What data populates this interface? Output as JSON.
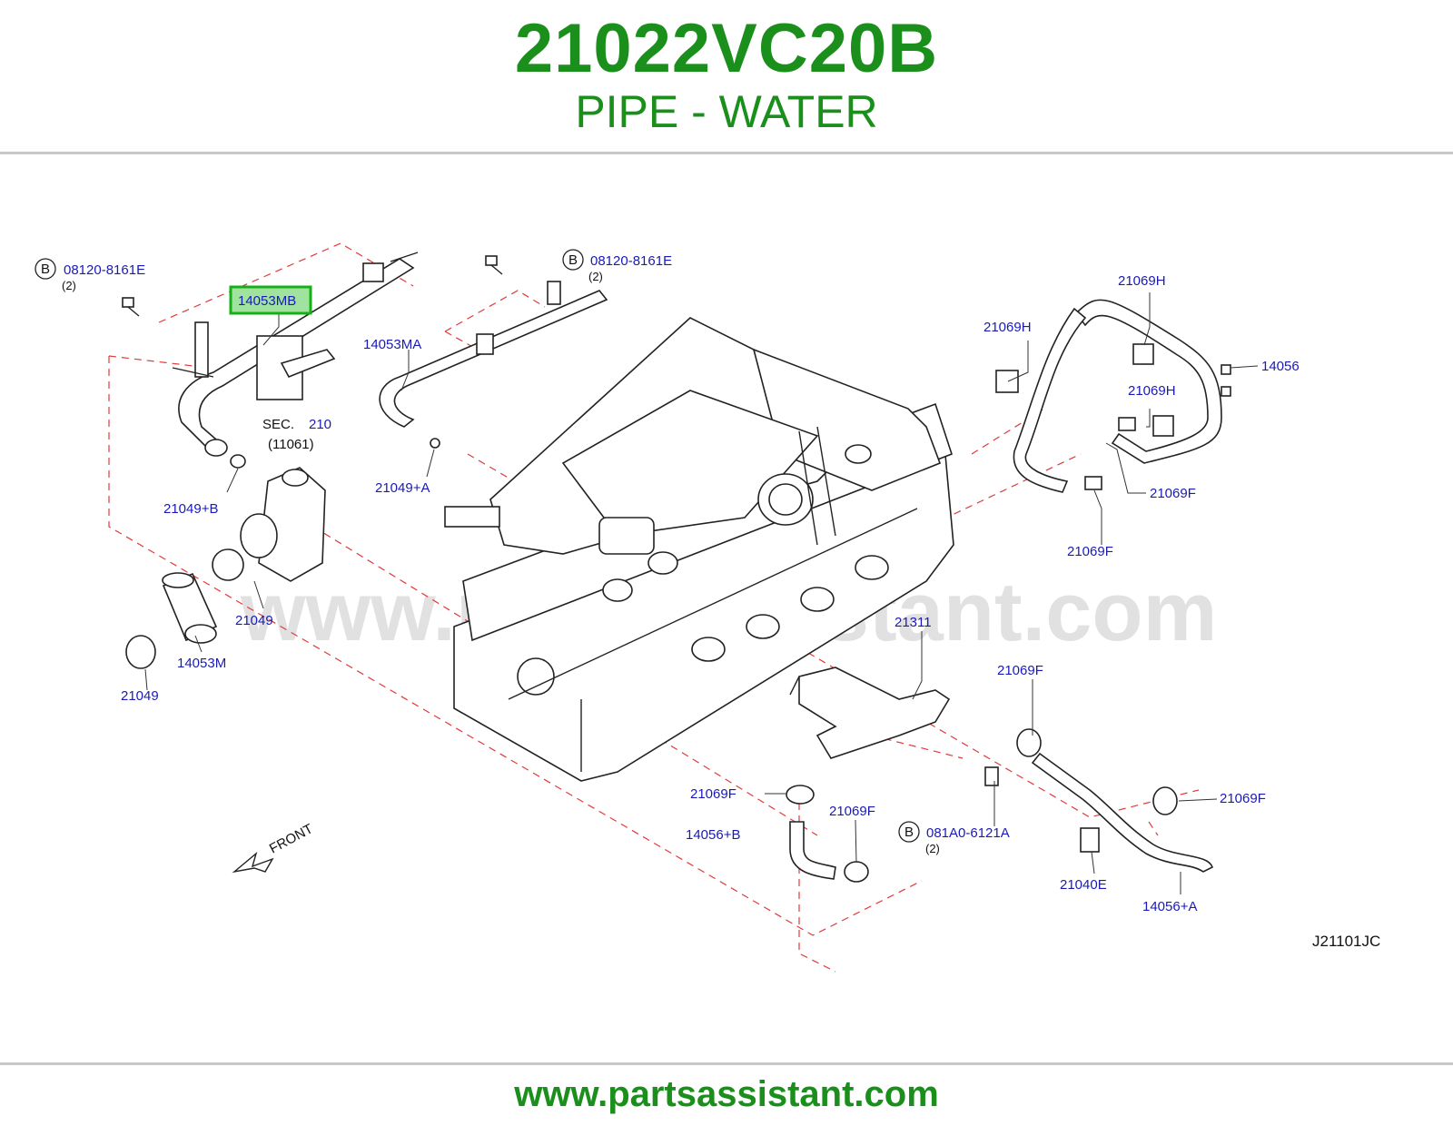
{
  "header": {
    "part_number": "21022VC20B",
    "part_name": "PIPE - WATER"
  },
  "footer": {
    "url": "www.partsassistant.com"
  },
  "watermark": "www.partsassistant.com",
  "diagram_code": "J21101JC",
  "front_label": "FRONT",
  "section_ref": {
    "prefix": "SEC.",
    "sec": "210",
    "sub": "(11061)"
  },
  "bolt_symbol": "B",
  "callouts": {
    "bolt_left": "08120-8161E",
    "bolt_left_qty": "(2)",
    "bolt_top": "08120-8161E",
    "bolt_top_qty": "(2)",
    "bolt_bottom": "081A0-6121A",
    "bolt_bottom_qty": "(2)",
    "highlight": "14053MB",
    "p14053MA": "14053MA",
    "p21049A": "21049+A",
    "p21049B": "21049+B",
    "p21049_1": "21049",
    "p21049_2": "21049",
    "p14053M": "14053M",
    "p21069H_1": "21069H",
    "p21069H_2": "21069H",
    "p21069H_3": "21069H",
    "p14056": "14056",
    "p21069F_1": "21069F",
    "p21069F_2": "21069F",
    "p21311": "21311",
    "p21069F_3": "21069F",
    "p21069F_4": "21069F",
    "p21069F_5": "21069F",
    "p21069F_6": "21069F",
    "p14056B": "14056+B",
    "p21040E": "21040E",
    "p14056A": "14056+A"
  },
  "colors": {
    "brand_green": "#1b8f1b",
    "label_blue": "#1a1ab8",
    "dash_red": "#e23a3a",
    "highlight_fill": "#9fe39f"
  }
}
